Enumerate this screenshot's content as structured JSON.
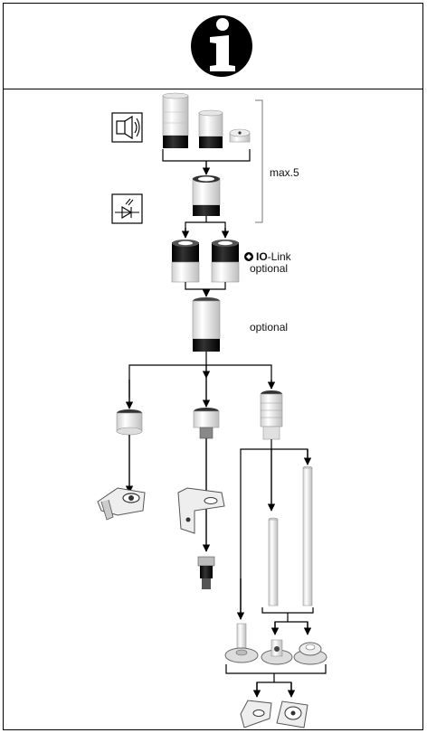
{
  "header": {
    "icon": "info-icon",
    "icon_letter": "i"
  },
  "labels": {
    "max_stack": "max.5",
    "io_link_prefix": "IO",
    "io_link_suffix": "-Link",
    "io_link_optional": "optional",
    "extension_optional": "optional"
  },
  "icons": {
    "sound": "speaker-icon",
    "light": "led-diode-icon",
    "io_link": "io-link-logo-icon"
  },
  "colors": {
    "line": "#000000",
    "part_white": "#f2f2f2",
    "part_black": "#111111",
    "part_grey": "#9a9a9a"
  }
}
